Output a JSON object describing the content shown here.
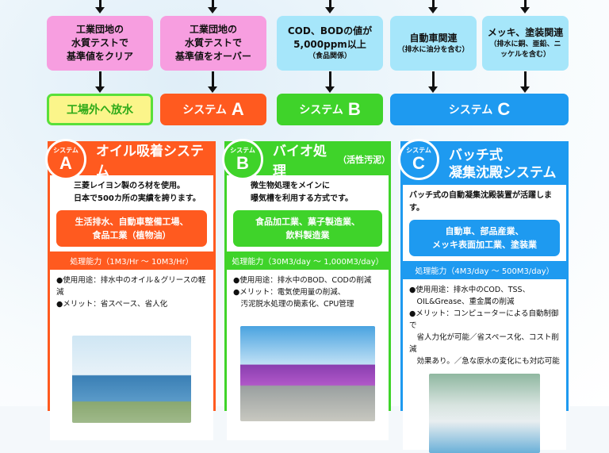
{
  "conditions": [
    {
      "lines": [
        "工業団地の",
        "水質テストで",
        "基準値をクリア"
      ]
    },
    {
      "lines": [
        "工業団地の",
        "水質テストで",
        "基準値をオーバー"
      ]
    },
    {
      "lines": [
        "COD、BODの値が",
        "5,000ppm以上"
      ],
      "note": "（食品関係）"
    },
    {
      "lines": [
        "自動車関連"
      ],
      "note": "（排水に油分を含む）"
    },
    {
      "lines": [
        "メッキ、塗装関連"
      ],
      "note": "（排水に銅、亜鉛、ニッケルを含む）"
    }
  ],
  "outcomes": {
    "discharge": "工場外へ放水",
    "sysA": "システム",
    "sysA_letter": "A",
    "sysB": "システム",
    "sysB_letter": "B",
    "sysC": "システム",
    "sysC_letter": "C"
  },
  "cards": [
    {
      "badge": "システム",
      "letter": "A",
      "title": "オイル吸着システム",
      "intro": [
        "三菱レイヨン製のろ材を使用。",
        "日本で500カ所の実績を誇ります。"
      ],
      "industries": [
        "生活排水、自動車整備工場、",
        "食品工業（植物油）"
      ],
      "capacity": "処理能力（1M3/Hr ～ 10M3/Hr）",
      "bullets": [
        "●使用用途：排水中のオイル＆グリースの軽減",
        "●メリット：省スペース、省人化"
      ],
      "color": "#ff5a1f"
    },
    {
      "badge": "システム",
      "letter": "B",
      "title": "バイオ処理",
      "title_sub": "（活性汚泥）",
      "intro": [
        "微生物処理をメインに",
        "曝気槽を利用する方式です。"
      ],
      "industries": [
        "食品加工業、菓子製造業、",
        "飲料製造業"
      ],
      "capacity": "処理能力（30M3/day ～ 1,000M3/day）",
      "bullets": [
        "●使用用途：排水中のBOD、CODの削減",
        "●メリット：電気使用量の削減、",
        "　汚泥脱水処理の簡素化、CPU管理"
      ],
      "color": "#3fd32a"
    },
    {
      "badge": "システム",
      "letter": "C",
      "title": "バッチ式",
      "title2": "凝集沈殿システム",
      "intro": [
        "バッチ式の自動凝集沈殿装置が活躍します。"
      ],
      "industries": [
        "自動車、部品産業、",
        "メッキ表面加工業、塗装業"
      ],
      "capacity": "処理能力（4M3/day ～ 500M3/day）",
      "bullets": [
        "●使用用途：排水中のCOD、TSS、",
        "　OIL&Grease、重金属の削減",
        "●メリット：コンピューターによる自動制御で",
        "　省人力化が可能／省スペース化、コスト削減",
        "　効果あり。／急な原水の変化にも対応可能"
      ],
      "color": "#1e9af0"
    }
  ]
}
